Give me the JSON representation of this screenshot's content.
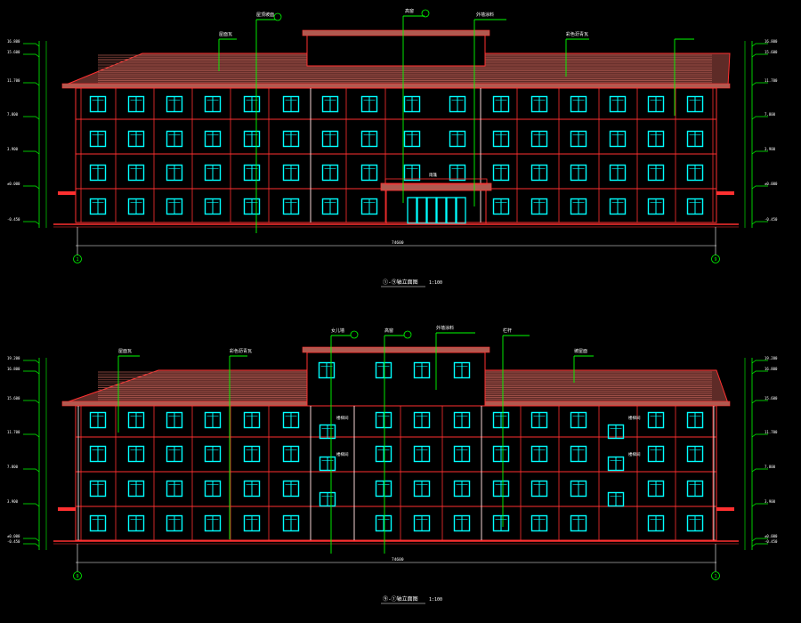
{
  "colors": {
    "background": "#000000",
    "wall_line": "#ff3030",
    "roof": "#b05a50",
    "window": "#00ffff",
    "leader": "#00ff00",
    "callout_text": "#ffffff",
    "dimension": "#ffffff",
    "pillar": "#ffffff"
  },
  "elevations": [
    {
      "title": "①-⑨轴立面图",
      "scale": "1:100",
      "axis_left": "1",
      "axis_right": "9",
      "overall_dimension": "74600",
      "top_callouts": [
        "屋顶坡面",
        "高窗",
        "外墙涂料"
      ],
      "roof_labels": [
        "屋面瓦",
        "彩色沥青瓦"
      ],
      "entrance_label": "雨篷",
      "left_levels": [
        "16.800",
        "15.600",
        "11.700",
        "7.800",
        "3.900",
        "±0.000",
        "-0.450"
      ],
      "right_levels": [
        "16.800",
        "15.600",
        "11.700",
        "7.800",
        "3.900",
        "±0.000",
        "-0.450"
      ]
    },
    {
      "title": "⑨-①轴立面图",
      "scale": "1:100",
      "axis_left": "9",
      "axis_right": "1",
      "overall_dimension": "74600",
      "top_callouts": [
        "女儿墙",
        "高窗",
        "外墙涂料",
        "栏杆"
      ],
      "roof_labels": [
        "屋面瓦",
        "彩色沥青瓦",
        "坡屋面"
      ],
      "stair_labels": [
        "楼梯间",
        "楼梯间",
        "楼梯间",
        "楼梯间"
      ],
      "left_levels": [
        "19.200",
        "16.800",
        "15.600",
        "11.700",
        "7.800",
        "3.900",
        "±0.000",
        "-0.450"
      ],
      "right_levels": [
        "19.200",
        "16.800",
        "15.600",
        "11.700",
        "7.800",
        "3.900",
        "±0.000",
        "-0.450"
      ]
    }
  ]
}
